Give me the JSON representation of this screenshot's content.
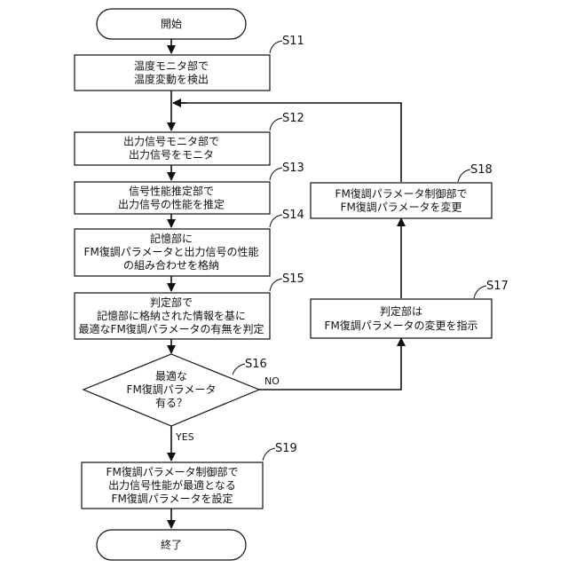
{
  "flowchart": {
    "start": {
      "label": [
        "開始"
      ]
    },
    "s11": {
      "tag": "S11",
      "label": [
        "温度モニタ部で",
        "温度変動を検出"
      ]
    },
    "s12": {
      "tag": "S12",
      "label": [
        "出力信号モニタ部で",
        "出力信号をモニタ"
      ]
    },
    "s13": {
      "tag": "S13",
      "label": [
        "信号性能推定部で",
        "出力信号の性能を推定"
      ]
    },
    "s14": {
      "tag": "S14",
      "label": [
        "記憶部に",
        "FM復調パラメータと出力信号の性能",
        "の組み合わせを格納"
      ]
    },
    "s15": {
      "tag": "S15",
      "label": [
        "判定部で",
        "記憶部に格納された情報を基に",
        "最適なFM復調パラメータの有無を判定"
      ]
    },
    "s16": {
      "tag": "S16",
      "label": [
        "最適な",
        "FM復調パラメータ",
        "有る？"
      ]
    },
    "s17": {
      "tag": "S17",
      "label": [
        "判定部は",
        "FM復調パラメータの変更を指示"
      ]
    },
    "s18": {
      "tag": "S18",
      "label": [
        "FM復調パラメータ制御部で",
        "FM復調パラメータを変更"
      ]
    },
    "s19": {
      "tag": "S19",
      "label": [
        "FM復調パラメータ制御部で",
        "出力信号性能が最適となる",
        "FM復調パラメータを設定"
      ]
    },
    "end": {
      "label": [
        "終了"
      ]
    },
    "branch_no": "NO",
    "branch_yes": "YES"
  }
}
